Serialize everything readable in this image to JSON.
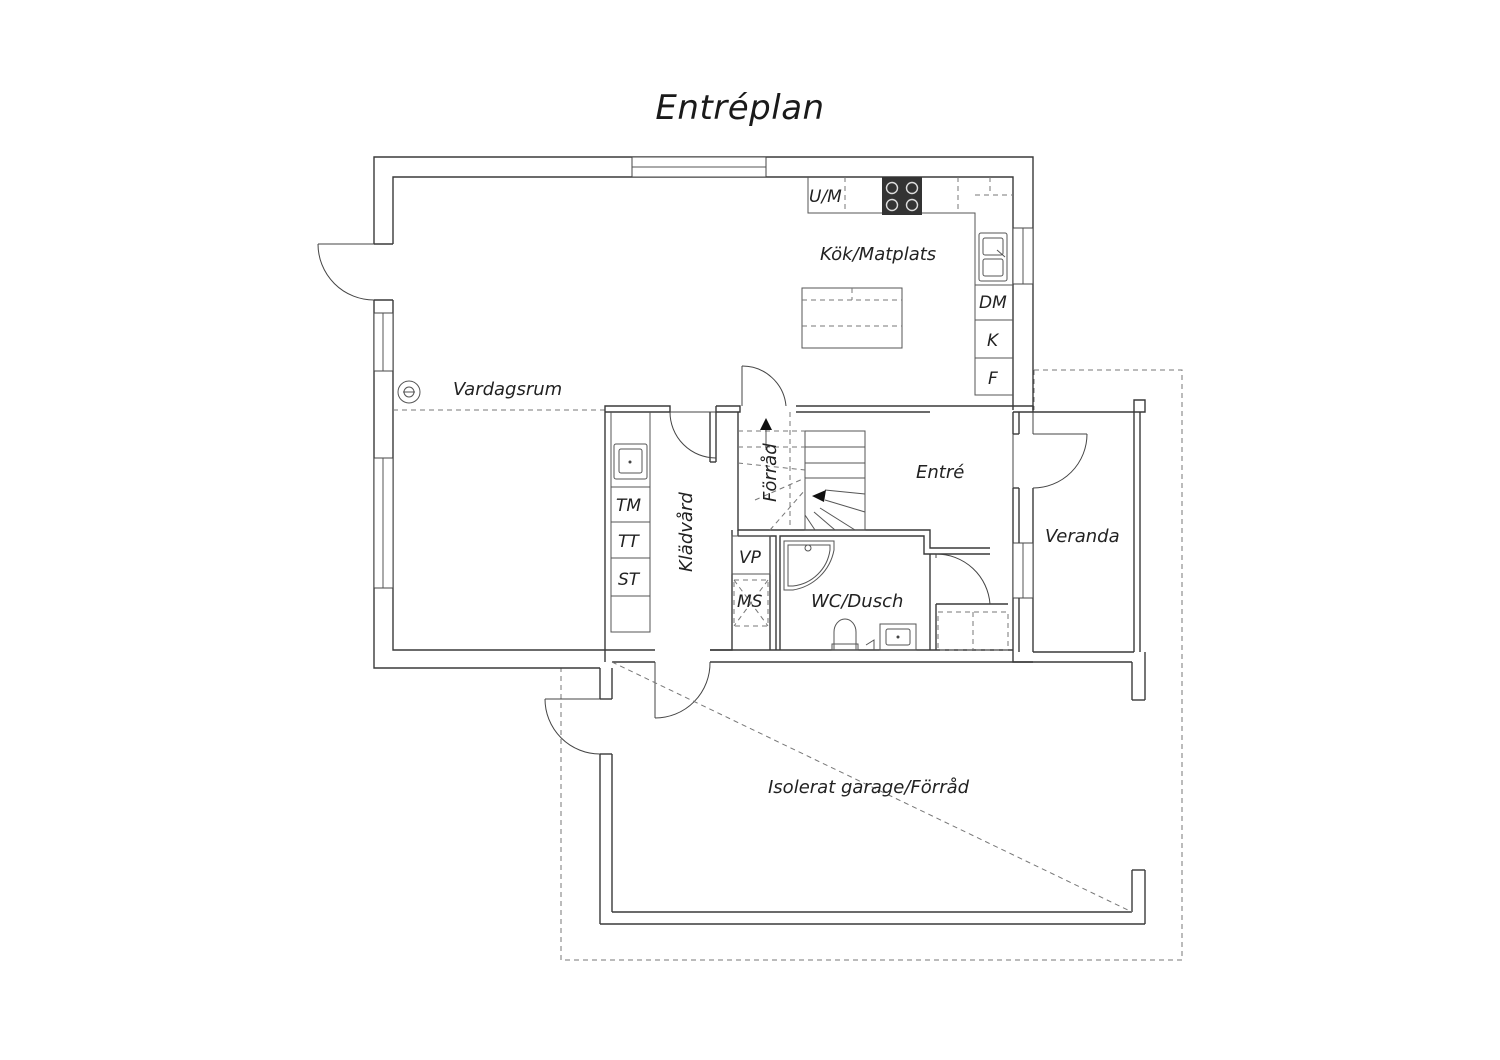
{
  "title": "Entréplan",
  "rooms": {
    "kok": "Kök/Matplats",
    "vardagsrum": "Vardagsrum",
    "entre": "Entré",
    "forrad": "Förråd",
    "kladvard": "Klädvård",
    "wc": "WC/Dusch",
    "veranda": "Veranda",
    "garage": "Isolerat garage/Förråd"
  },
  "fixtures": {
    "um": "U/M",
    "dm": "DM",
    "k": "K",
    "f": "F",
    "tm": "TM",
    "tt": "TT",
    "st": "ST",
    "vp": "VP",
    "ms": "MS"
  }
}
